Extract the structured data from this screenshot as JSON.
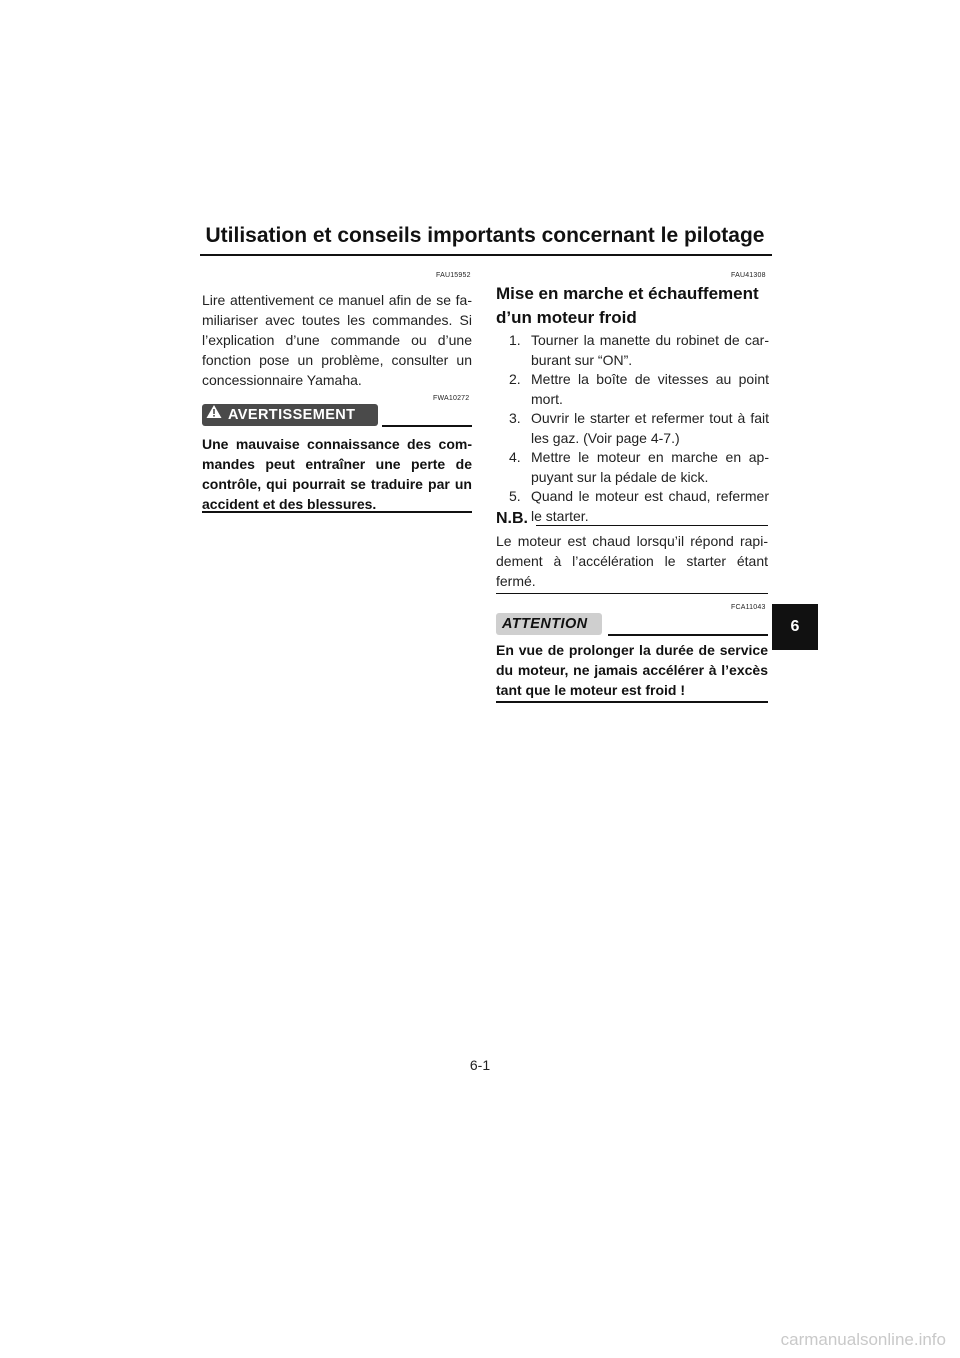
{
  "header": {
    "title": "Utilisation et conseils importants concernant le pilotage"
  },
  "left_column": {
    "code_intro": "FAU15952",
    "intro_lines": [
      "Lire attentivement ce manuel afin de se fa-",
      "miliariser avec toutes les commandes. Si",
      "l’explication d’une commande ou d’une",
      "fonction pose un problème, consulter un",
      "concessionnaire Yamaha."
    ],
    "warning": {
      "label": "AVERTISSEMENT",
      "code": "FWA10272",
      "icon": "warning-triangle-icon",
      "lines": [
        "Une mauvaise connaissance des com-",
        "mandes peut entraîner une perte de",
        "contrôle, qui pourrait se traduire par un",
        "accident et des blessures."
      ]
    }
  },
  "right_column": {
    "code_section": "FAU41308",
    "heading_lines": [
      "Mise en marche et échauffement",
      "d’un moteur froid"
    ],
    "steps": [
      {
        "num": "1.",
        "lines": [
          "Tourner la manette du robinet de car-",
          "burant sur “ON”."
        ]
      },
      {
        "num": "2.",
        "lines": [
          "Mettre la boîte de vitesses au point",
          "mort."
        ]
      },
      {
        "num": "3.",
        "lines": [
          "Ouvrir le starter et refermer tout à fait",
          "les gaz. (Voir page 4-7.)"
        ]
      },
      {
        "num": "4.",
        "lines": [
          "Mettre le moteur en marche en ap-",
          "puyant sur la pédale de kick."
        ]
      },
      {
        "num": "5.",
        "lines": [
          "Quand le moteur est chaud, refermer",
          "le starter."
        ]
      }
    ],
    "note": {
      "label": "N.B.",
      "lines": [
        "Le moteur est chaud lorsqu’il répond rapi-",
        "dement à l’accélération le starter étant",
        "fermé."
      ]
    },
    "caution": {
      "label": "ATTENTION",
      "code": "FCA11043",
      "lines": [
        "En vue de prolonger la durée de service",
        "du moteur, ne jamais accélérer à l’excès",
        "tant que le moteur est froid !"
      ]
    }
  },
  "side_tab": "6",
  "page_number": "6-1",
  "watermark": "carmanualsonline.info"
}
